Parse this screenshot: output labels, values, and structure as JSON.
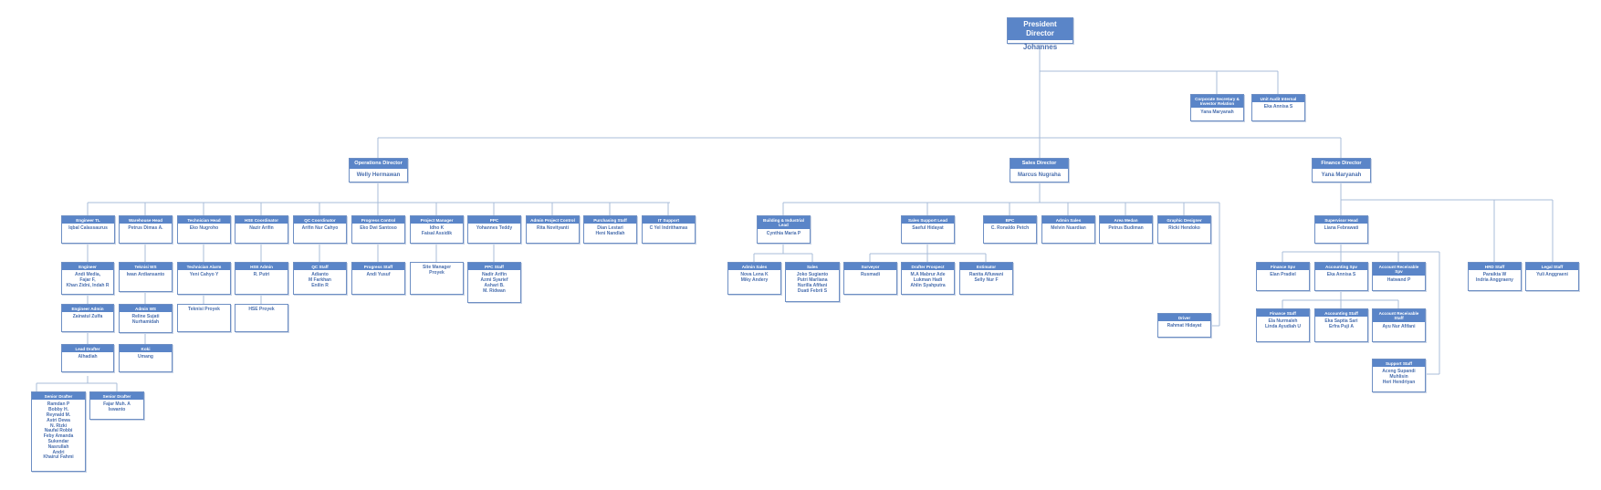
{
  "org": {
    "president": {
      "title": "President Director",
      "name": "Johannes"
    },
    "corp_sec": {
      "title": "Corporate Secretary & Investor Relation",
      "name": "Yana Maryanah"
    },
    "audit": {
      "title": "Unit Audit Internal",
      "name": "Eka Annisa S"
    },
    "ops_dir": {
      "title": "Operations Director",
      "name": "Welly Hermawan"
    },
    "sales_dir": {
      "title": "Sales Director",
      "name": "Marcus Nugraha"
    },
    "fin_dir": {
      "title": "Finance Director",
      "name": "Yana Maryanah"
    },
    "ops": [
      {
        "title": "Engineer TL",
        "name": "Iqbal Calassaurus"
      },
      {
        "title": "Warehouse Head",
        "name": "Petrus Dimas A."
      },
      {
        "title": "Technician Head",
        "name": "Eko Nugroho"
      },
      {
        "title": "HSE Coordinator",
        "name": "Nazir Arifin"
      },
      {
        "title": "QC Coordinator",
        "name": "Arifin Nur Cahyo"
      },
      {
        "title": "Progress Control",
        "name": "Eko Dwi Santoso"
      },
      {
        "title": "Project Manager",
        "name": "Idho K\nFaisal Assidik"
      },
      {
        "title": "PPC",
        "name": "Yohannes Teddy"
      },
      {
        "title": "Admin Project Control",
        "name": "Rita Novityanti"
      },
      {
        "title": "Purchasing Staff",
        "name": "Dian Lestari\nHeni Nandlah"
      },
      {
        "title": "IT Support",
        "name": "C Yel Indrithamas"
      }
    ],
    "ops_sub": {
      "engineer": {
        "title": "Engineer",
        "name": "Andi Media,\nFajar F,\nKhan Zidni, Indah R"
      },
      "eng_admin": {
        "title": "Engineer Admin",
        "name": "Zainatul Zulfa"
      },
      "lead_drafter": {
        "title": "Lead Drafter",
        "name": "Alhadiah"
      },
      "senior_drafter1": {
        "title": "Senior Drafter",
        "name": "Ramdan P\nBobby H.\nReynald M.\nAstri Dewa\nN. Rizki\nNaufal Robbi\nFeby Amanda\nSukendar\nNasrullah\nAndri\nKhairul Fahmi"
      },
      "senior_drafter2": {
        "title": "Senior Drafter",
        "name": "Fajar Muh. A\nIswanto"
      },
      "teknisi_ws": {
        "title": "Teknisi WS",
        "name": "Iwan Ardiansanto"
      },
      "admin_ws": {
        "title": "Admin WS",
        "name": "Reline Sujati\nNurhamidah"
      },
      "koki": {
        "title": "Koki",
        "name": "Umang"
      },
      "tech_alarm": {
        "title": "Technician Alarm",
        "name": "Yeni Cahyo Y"
      },
      "teknisi_proyek": {
        "title": "",
        "name": "Teknisi Proyek"
      },
      "hse_admin": {
        "title": "HSE Admin",
        "name": "R. Putri"
      },
      "hse_proyek": {
        "title": "",
        "name": "HSE Proyek"
      },
      "qc_staff": {
        "title": "QC Staff",
        "name": "Adianto\nM Farkhan\nEnilin R"
      },
      "progress_staff": {
        "title": "Progress Staff",
        "name": "Andi Yusuf"
      },
      "site_manager": {
        "title": "",
        "name": "Site Manager\nProyek"
      },
      "ppc_staff": {
        "title": "PPC Staff",
        "name": "Nadir Arifin\nAzmi Syarief\nAshari B.\nM. Ridwan"
      }
    },
    "sales": [
      {
        "title": "Building & Industrial Lead",
        "name": "Cynthia Maria P"
      },
      {
        "title": "Sales Support Lead",
        "name": "Saeful Hidayat"
      },
      {
        "title": "BPC",
        "name": "C. Ronaldo Petch"
      },
      {
        "title": "Admin Sales",
        "name": "Melvin Nuardian"
      },
      {
        "title": "Area Medan",
        "name": "Petrus Budiman"
      },
      {
        "title": "Graphic Designer",
        "name": "Ricki Hendoko"
      }
    ],
    "sales_sub": {
      "admin_sales": {
        "title": "Admin Sales",
        "name": "Nova Lena K\nMiky Andery"
      },
      "sales": {
        "title": "Sales",
        "name": "Joko Sugianto\nPutri Marliana\nNurilla Afifani\nDuati Febrii S"
      },
      "surveyor": {
        "title": "Surveyor",
        "name": "Rusmadi"
      },
      "drafter_prospect": {
        "title": "Drafter Prospect",
        "name": "M.A Mabrur Ade\nLukman Hadi\nAhlin Syahputra"
      },
      "estimator": {
        "title": "Estimator",
        "name": "Ranita Afluwani\nSelly Nur F"
      },
      "driver": {
        "title": "Driver",
        "name": "Rahmat Hidayat"
      }
    },
    "finance": {
      "supervisor": {
        "title": "Supervisor Head",
        "name": "Liana Febrawati"
      },
      "finance_spv": {
        "title": "Finance Spv",
        "name": "Elan Pradiel"
      },
      "accounting_spv": {
        "title": "Accounting Spv",
        "name": "Eka Annisa S"
      },
      "ar_spv": {
        "title": "Account Receivable Spv",
        "name": "Hatwand P"
      },
      "finance_staff": {
        "title": "Finance Staff",
        "name": "Ela Nurmaleh\nLinda Ayudiah U"
      },
      "accounting_staff": {
        "title": "Accounting Staff",
        "name": "Eka Saptia Sari\nErfra Puji A"
      },
      "ar_staff": {
        "title": "Account Receivable Staff",
        "name": "Ayu Nur Afifani"
      },
      "support_staff": {
        "title": "Support Staff",
        "name": "Aceng Supandi\nMuhlisin\nHeri Hendriyan"
      },
      "hrd_staff": {
        "title": "HRD Staff",
        "name": "Paraikta W\nIndria Anggraeny"
      },
      "legal_staff": {
        "title": "Legal Staff",
        "name": "Yuli Anggraeni"
      }
    }
  }
}
